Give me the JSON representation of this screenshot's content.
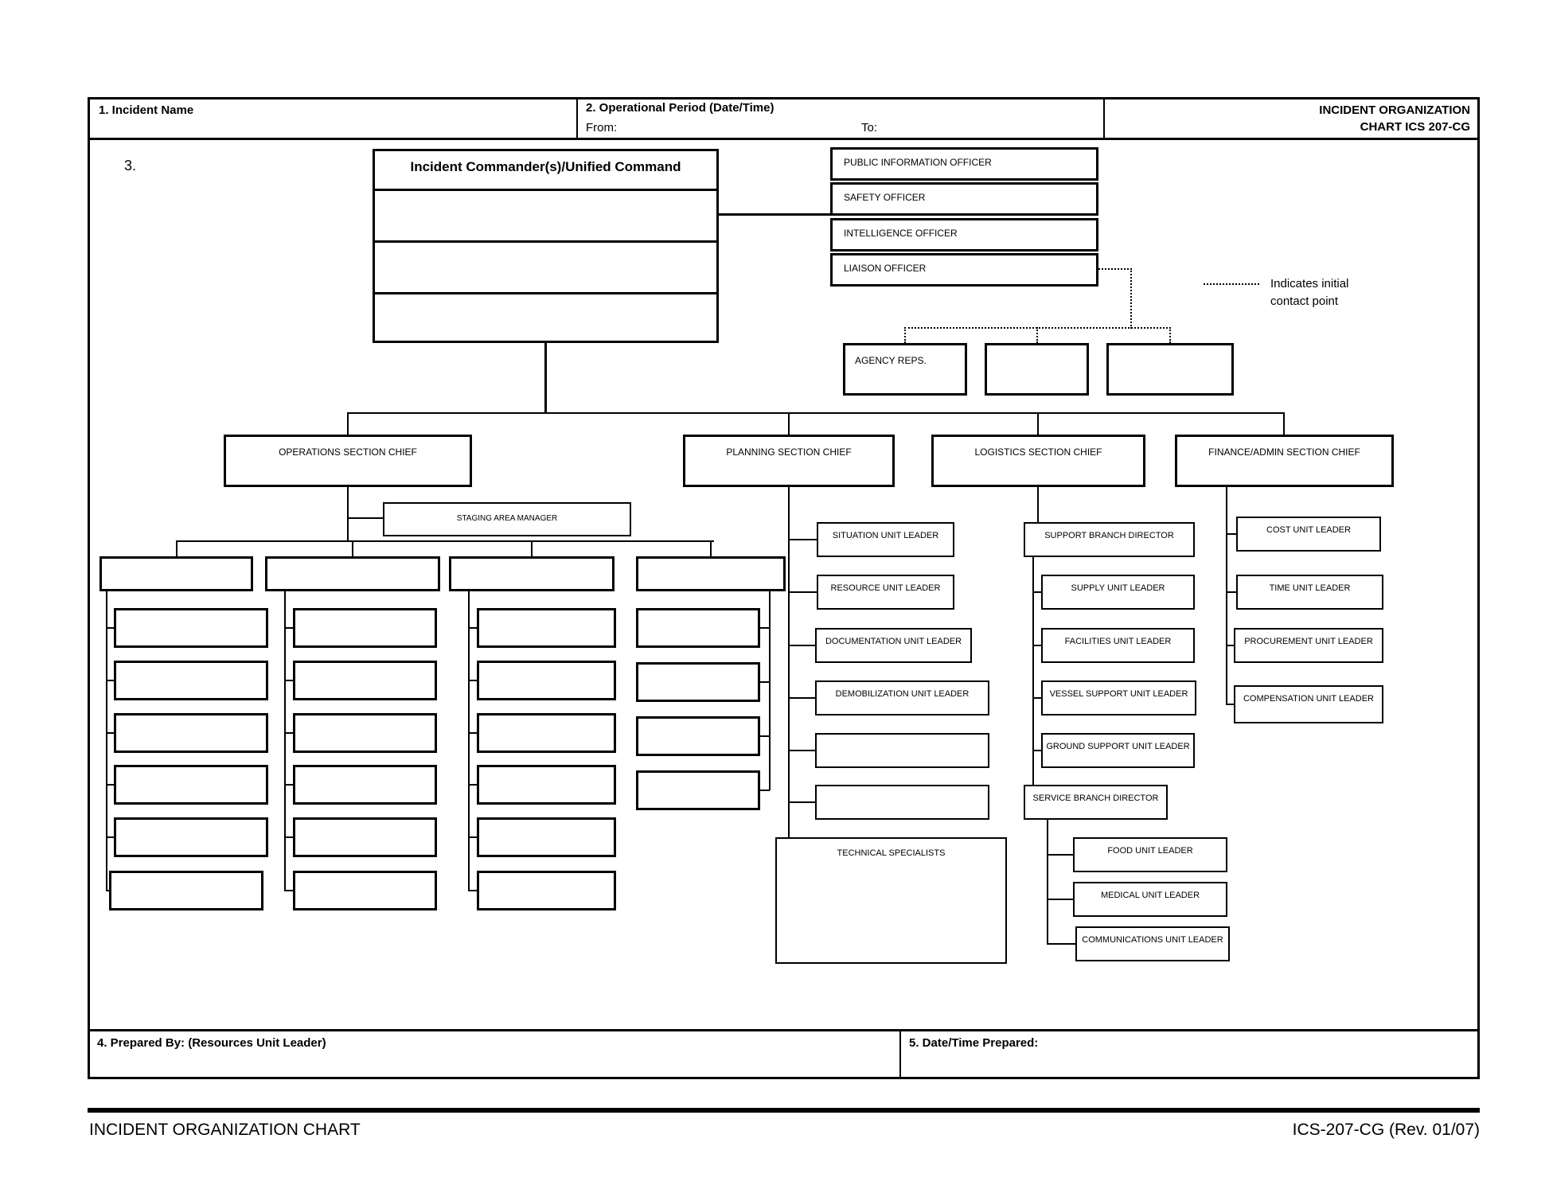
{
  "header": {
    "field1_label": "1. Incident Name",
    "field2_label": "2. Operational Period (Date/Time)",
    "from_label": "From:",
    "to_label": "To:",
    "form_title_line1": "INCIDENT ORGANIZATION",
    "form_title_line2": "CHART ICS 207-CG"
  },
  "chart": {
    "section3_label": "3.",
    "ic_title": "Incident Commander(s)/Unified Command",
    "officers": [
      "PUBLIC INFORMATION OFFICER",
      "SAFETY OFFICER",
      "INTELLIGENCE OFFICER",
      "LIAISON OFFICER"
    ],
    "agency_reps_label": "AGENCY REPS.",
    "legend": {
      "line1": "Indicates initial",
      "line2": "contact point"
    },
    "chiefs": [
      "OPERATIONS SECTION CHIEF",
      "PLANNING SECTION CHIEF",
      "LOGISTICS SECTION CHIEF",
      "FINANCE/ADMIN SECTION CHIEF"
    ],
    "staging_label": "STAGING AREA MANAGER",
    "planning_units": [
      "SITUATION UNIT LEADER",
      "RESOURCE UNIT LEADER",
      "DOCUMENTATION UNIT LEADER",
      "DEMOBILIZATION UNIT LEADER"
    ],
    "technical_specialists_label": "TECHNICAL SPECIALISTS",
    "logistics": {
      "support_branch": "SUPPORT BRANCH DIRECTOR",
      "support_units": [
        "SUPPLY UNIT LEADER",
        "FACILITIES UNIT LEADER",
        "VESSEL SUPPORT UNIT LEADER",
        "GROUND SUPPORT UNIT LEADER"
      ],
      "service_branch": "SERVICE BRANCH DIRECTOR",
      "service_units": [
        "FOOD UNIT LEADER",
        "MEDICAL UNIT LEADER",
        "COMMUNICATIONS UNIT LEADER"
      ]
    },
    "finance_units": [
      "COST UNIT LEADER",
      "TIME UNIT LEADER",
      "PROCUREMENT UNIT LEADER",
      "COMPENSATION UNIT LEADER"
    ]
  },
  "footer_row": {
    "field4_label": "4.  Prepared By: (Resources Unit Leader)",
    "field5_label": "5.  Date/Time Prepared:"
  },
  "page_footer": {
    "left": "INCIDENT ORGANIZATION CHART",
    "right": "ICS-207-CG (Rev. 01/07)"
  },
  "colors": {
    "ink": "#000000",
    "paper": "#ffffff"
  }
}
